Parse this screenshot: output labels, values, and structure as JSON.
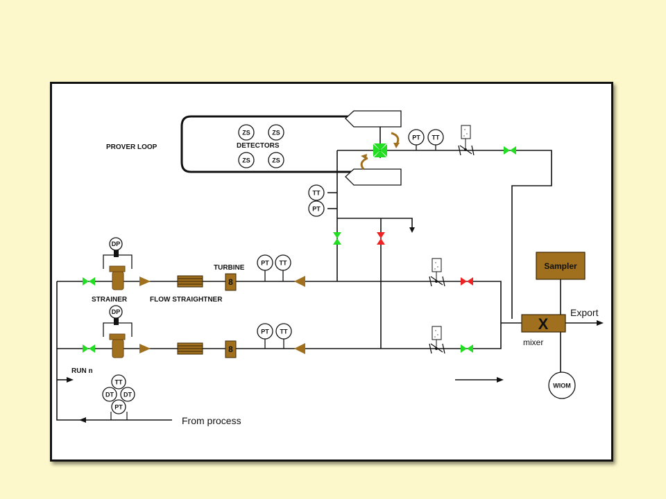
{
  "labels": {
    "prover_loop": "PROVER LOOP",
    "detectors": "DETECTORS",
    "turbine": "TURBINE",
    "strainer": "STRAINER",
    "flow_straightener": "FLOW STRAIGHTNER",
    "run_n": "RUN n",
    "from_process": "From process",
    "export": "Export",
    "mixer": "mixer"
  },
  "equipment": {
    "sampler": "Sampler",
    "mixer_symbol": "X",
    "wiom": "WIOM",
    "meter_symbol": "8"
  },
  "instruments": {
    "zs": "ZS",
    "pt": "PT",
    "tt": "TT",
    "dp": "DP",
    "dt": "DT"
  },
  "colors": {
    "background": "#fdf8cb",
    "valve_open": "#22dd22",
    "valve_closed": "#ee2222",
    "equipment_brown": "#a0701e"
  }
}
